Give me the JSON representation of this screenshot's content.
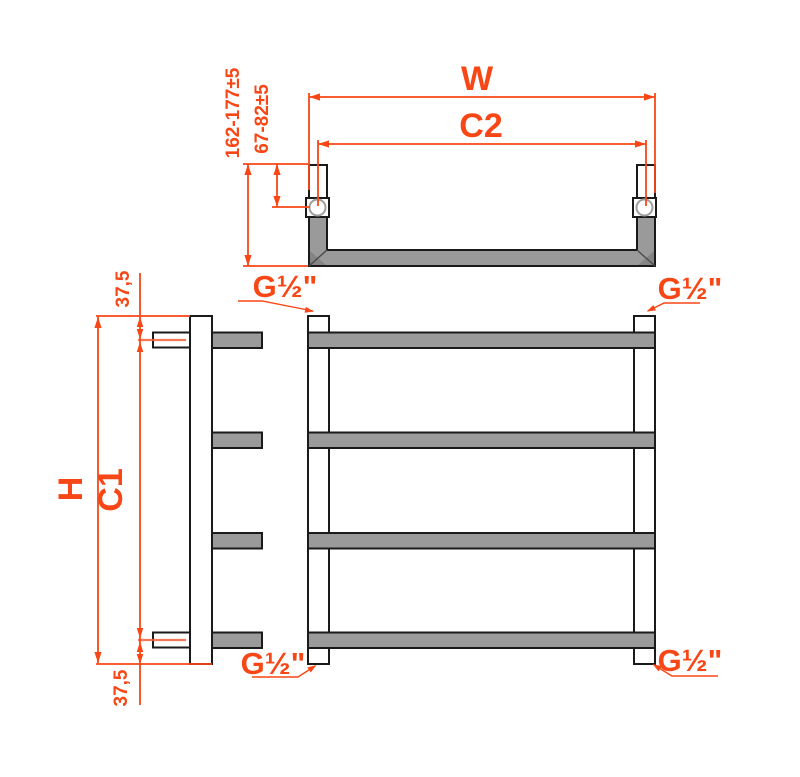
{
  "drawing": {
    "description": "Technical dimension drawing of a ladder towel radiator in three orthographic views",
    "colors": {
      "dimension_orange": "#f84716",
      "metal_gray": "#9a9a9a",
      "outline_black": "#1a1a1a"
    },
    "top_view": {
      "overall_width_label": "W",
      "connection_centers_label": "C2",
      "depth_total_label": "162-177±5",
      "depth_to_axis_label": "67-82±5",
      "thread_top_left_label": "G½\"",
      "thread_top_right_label": "G½\""
    },
    "front_view": {
      "thread_bottom_left_label": "G½\"",
      "thread_bottom_right_label": "G½\""
    },
    "side_view": {
      "overall_height_label": "H",
      "connection_centers_label": "C1",
      "top_offset_label": "37,5",
      "bottom_offset_label": "37,5"
    }
  }
}
